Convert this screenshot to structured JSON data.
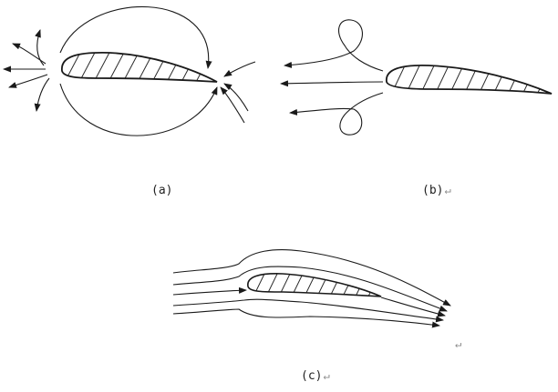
{
  "panels": [
    {
      "id": "a",
      "caption": "(a)",
      "return_mark": ""
    },
    {
      "id": "b",
      "caption": "(b)",
      "return_mark": "↵"
    },
    {
      "id": "c",
      "caption": "(c)",
      "return_mark": "↵"
    }
  ],
  "stray_return_mark": "↵",
  "colors": {
    "ink": "#1a1a1a",
    "hatch": "#2a2a2a",
    "return_mark": "#8a8a8a"
  }
}
